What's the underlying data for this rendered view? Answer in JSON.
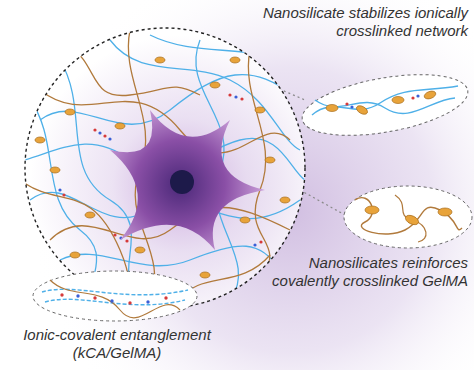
{
  "diagram": {
    "labels": [
      "Nanosilicate stabilizes ionically crosslinked network",
      "Nanosilicates reinforces covalently crosslinked GelMA",
      "Ionic-covalent entanglement (kCA/GelMA)"
    ]
  }
}
